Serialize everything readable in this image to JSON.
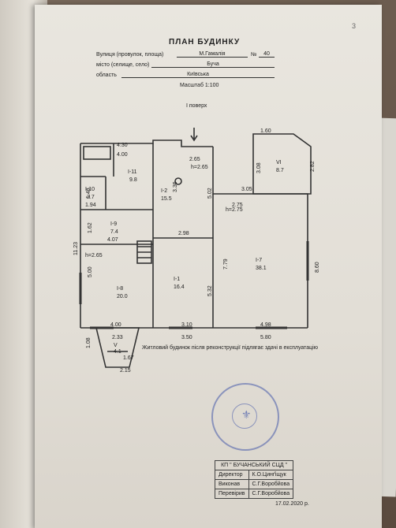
{
  "header": {
    "title": "ПЛАН БУДИНКУ",
    "street_label": "Вулиця (провулок, площа)",
    "street_value": "М.Гамалія",
    "number_label": "№",
    "number_value": "40",
    "city_label": "місто (селище, село)",
    "city_value": "Буча",
    "region_label": "область",
    "region_value": "Київська",
    "scale": "Масштаб 1:100",
    "floor": "І поверх",
    "corner_note": "3"
  },
  "plan": {
    "dims": [
      "4.30",
      "4.00",
      "1.60",
      "3.08",
      "2.82",
      "3.36",
      "2.65",
      "5.02",
      "3.05",
      "1.46",
      "1.94",
      "1.62",
      "4.07",
      "2.98",
      "2.75",
      "11.23",
      "5.00",
      "5.32",
      "7.79",
      "8.60",
      "4.00",
      "3.10",
      "4.98",
      "3.50",
      "5.80",
      "1.08",
      "2.33",
      "1.67",
      "2.15"
    ],
    "ceilings": [
      "h=2.65",
      "h=2.75",
      "h=2.65"
    ],
    "rooms": [
      {
        "code": "І-11",
        "area": "9.8"
      },
      {
        "code": "І-10",
        "area": "2.7"
      },
      {
        "code": "І-2",
        "area": "15.5"
      },
      {
        "code": "VI",
        "area": "8.7"
      },
      {
        "code": "І-9",
        "area": "7.4"
      },
      {
        "code": "І-7",
        "area": "38.1"
      },
      {
        "code": "І-8",
        "area": "20.0"
      },
      {
        "code": "І-1",
        "area": "16.4"
      },
      {
        "code": "V",
        "area": "4.1"
      }
    ]
  },
  "note": "Житловий будинок після реконструкції підлягає здачі в експлуатацію",
  "signatures": {
    "org": "КП \" БУЧАНСЬКИЙ СЦД \"",
    "rows": [
      {
        "role": "Директор",
        "name": "К.О.Цинґіщук"
      },
      {
        "role": "Виконав",
        "name": "С.Г.Воробйова"
      },
      {
        "role": "Перевірив",
        "name": "С.Г.Воробйова"
      }
    ],
    "date": "17.02.2020 р."
  }
}
